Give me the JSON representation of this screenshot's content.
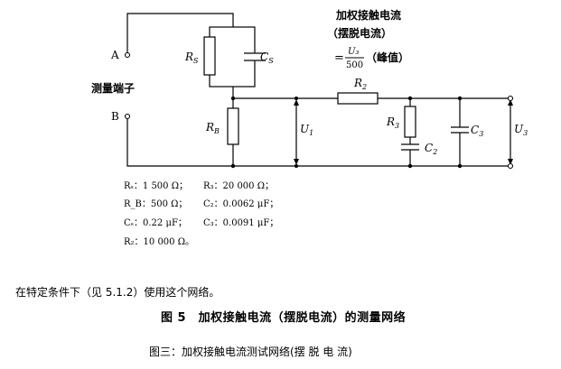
{
  "diagram": {
    "header_note": {
      "line1": "加权接触电流",
      "line2": "（摆脱电流）",
      "eq_prefix": "=",
      "frac_num": "U₃",
      "frac_den": "500",
      "eq_suffix": "（峰值）"
    },
    "terminal_a": "A",
    "terminal_b": "B",
    "terminal_caption": "测量端子",
    "rs_label": "R",
    "rs_sub": "S",
    "cs_label": "C",
    "cs_sub": "S",
    "rb_label": "R",
    "rb_sub": "B",
    "r2_label": "R",
    "r2_sub": "2",
    "r3_label": "R",
    "r3_sub": "3",
    "c2_label": "C",
    "c2_sub": "2",
    "c3_label": "C",
    "c3_sub": "3",
    "u1_label": "U",
    "u1_sub": "1",
    "u3_label": "U",
    "u3_sub": "3"
  },
  "component_values": {
    "rs": "Rₛ：1 500 Ω；",
    "r3": "R₃：20 000 Ω；",
    "rb": "R_B：500 Ω；",
    "c2": "C₂：0.0062 μF；",
    "cs": "Cₛ：0.22 μF；",
    "c3": "C₃：0.0091 μF；",
    "r2": "R₂：10 000 Ω。"
  },
  "usage_note": "在特定条件下（见 5.1.2）使用这个网络。",
  "figure_title": "图 5　加权接触电流（摆脱电流）的测量网络",
  "caption": "图三：加权接触电流测试网络(摆 脱 电 流)"
}
